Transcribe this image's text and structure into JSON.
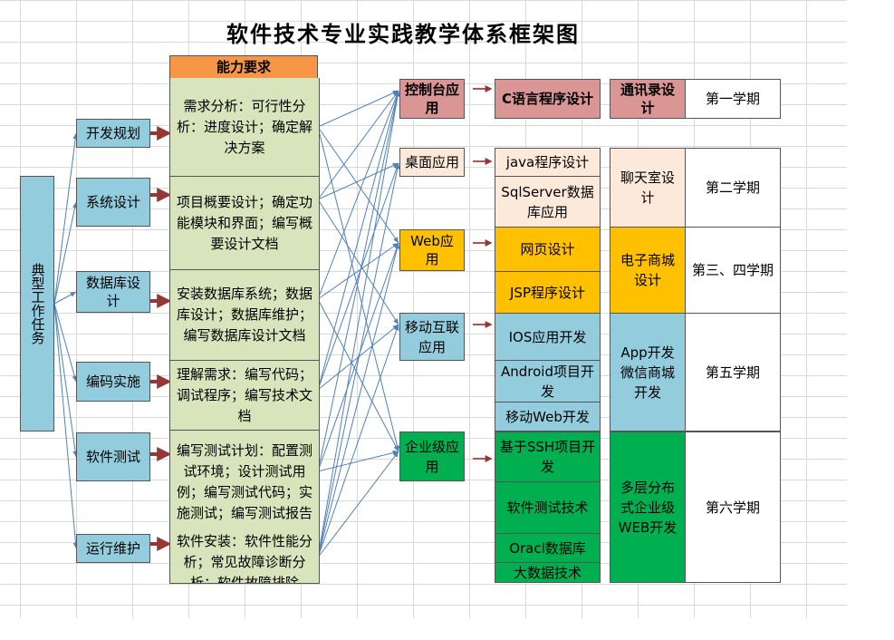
{
  "title": "软件技术专业实践教学体系框架图",
  "typical_tasks": "典型工作任务",
  "tasks": [
    "开发规划",
    "系统设计",
    "数据库设计",
    "编码实施",
    "软件测试",
    "运行维护"
  ],
  "ability_header": "能力要求",
  "abilities": [
    "需求分析：可行性分析：进度设计；确定解决方案",
    "项目概要设计；确定功能模块和界面；编写概要设计文档",
    "安装数据库系统；数据库设计；数据库维护；编写数据库设计文档",
    "理解需求：编写代码；调试程序；编写技术文档",
    "编写测试计划：配置测试环境；设计测试用例；编写测试代码；实施测试；编写测试报告",
    "软件安装：软件性能分析；常见故障诊断分析：软件故障排除"
  ],
  "app_types": [
    "控制台应用",
    "桌面应用",
    "Web应用",
    "移动互联应用",
    "企业级应用"
  ],
  "courses": [
    "C语言程序设计",
    "java程序设计",
    "SqlServer数据库应用",
    "网页设计",
    "JSP程序设计",
    "IOS应用开发",
    "Android项目开发",
    "移动Web开发",
    "基于SSH项目开发",
    "软件测试技术",
    "Oracl数据库",
    "大数据技术"
  ],
  "projects": [
    "通讯录设计",
    "聊天室设计",
    "电子商城设计",
    "App开发微信商城开发",
    "多层分布式企业级WEB开发"
  ],
  "semesters": [
    "第一学期",
    "第二学期",
    "第三、四学期",
    "第五学期",
    "第六学期"
  ],
  "colors": {
    "blue": "#93cddd",
    "green": "#d7e4bc",
    "orange": "#f79646",
    "pink": "#d99694",
    "peach": "#fde9d9",
    "yellow": "#ffc000",
    "dark_green": "#00b050",
    "arrow_red": "#953735",
    "line_blue": "#4f81bd"
  }
}
